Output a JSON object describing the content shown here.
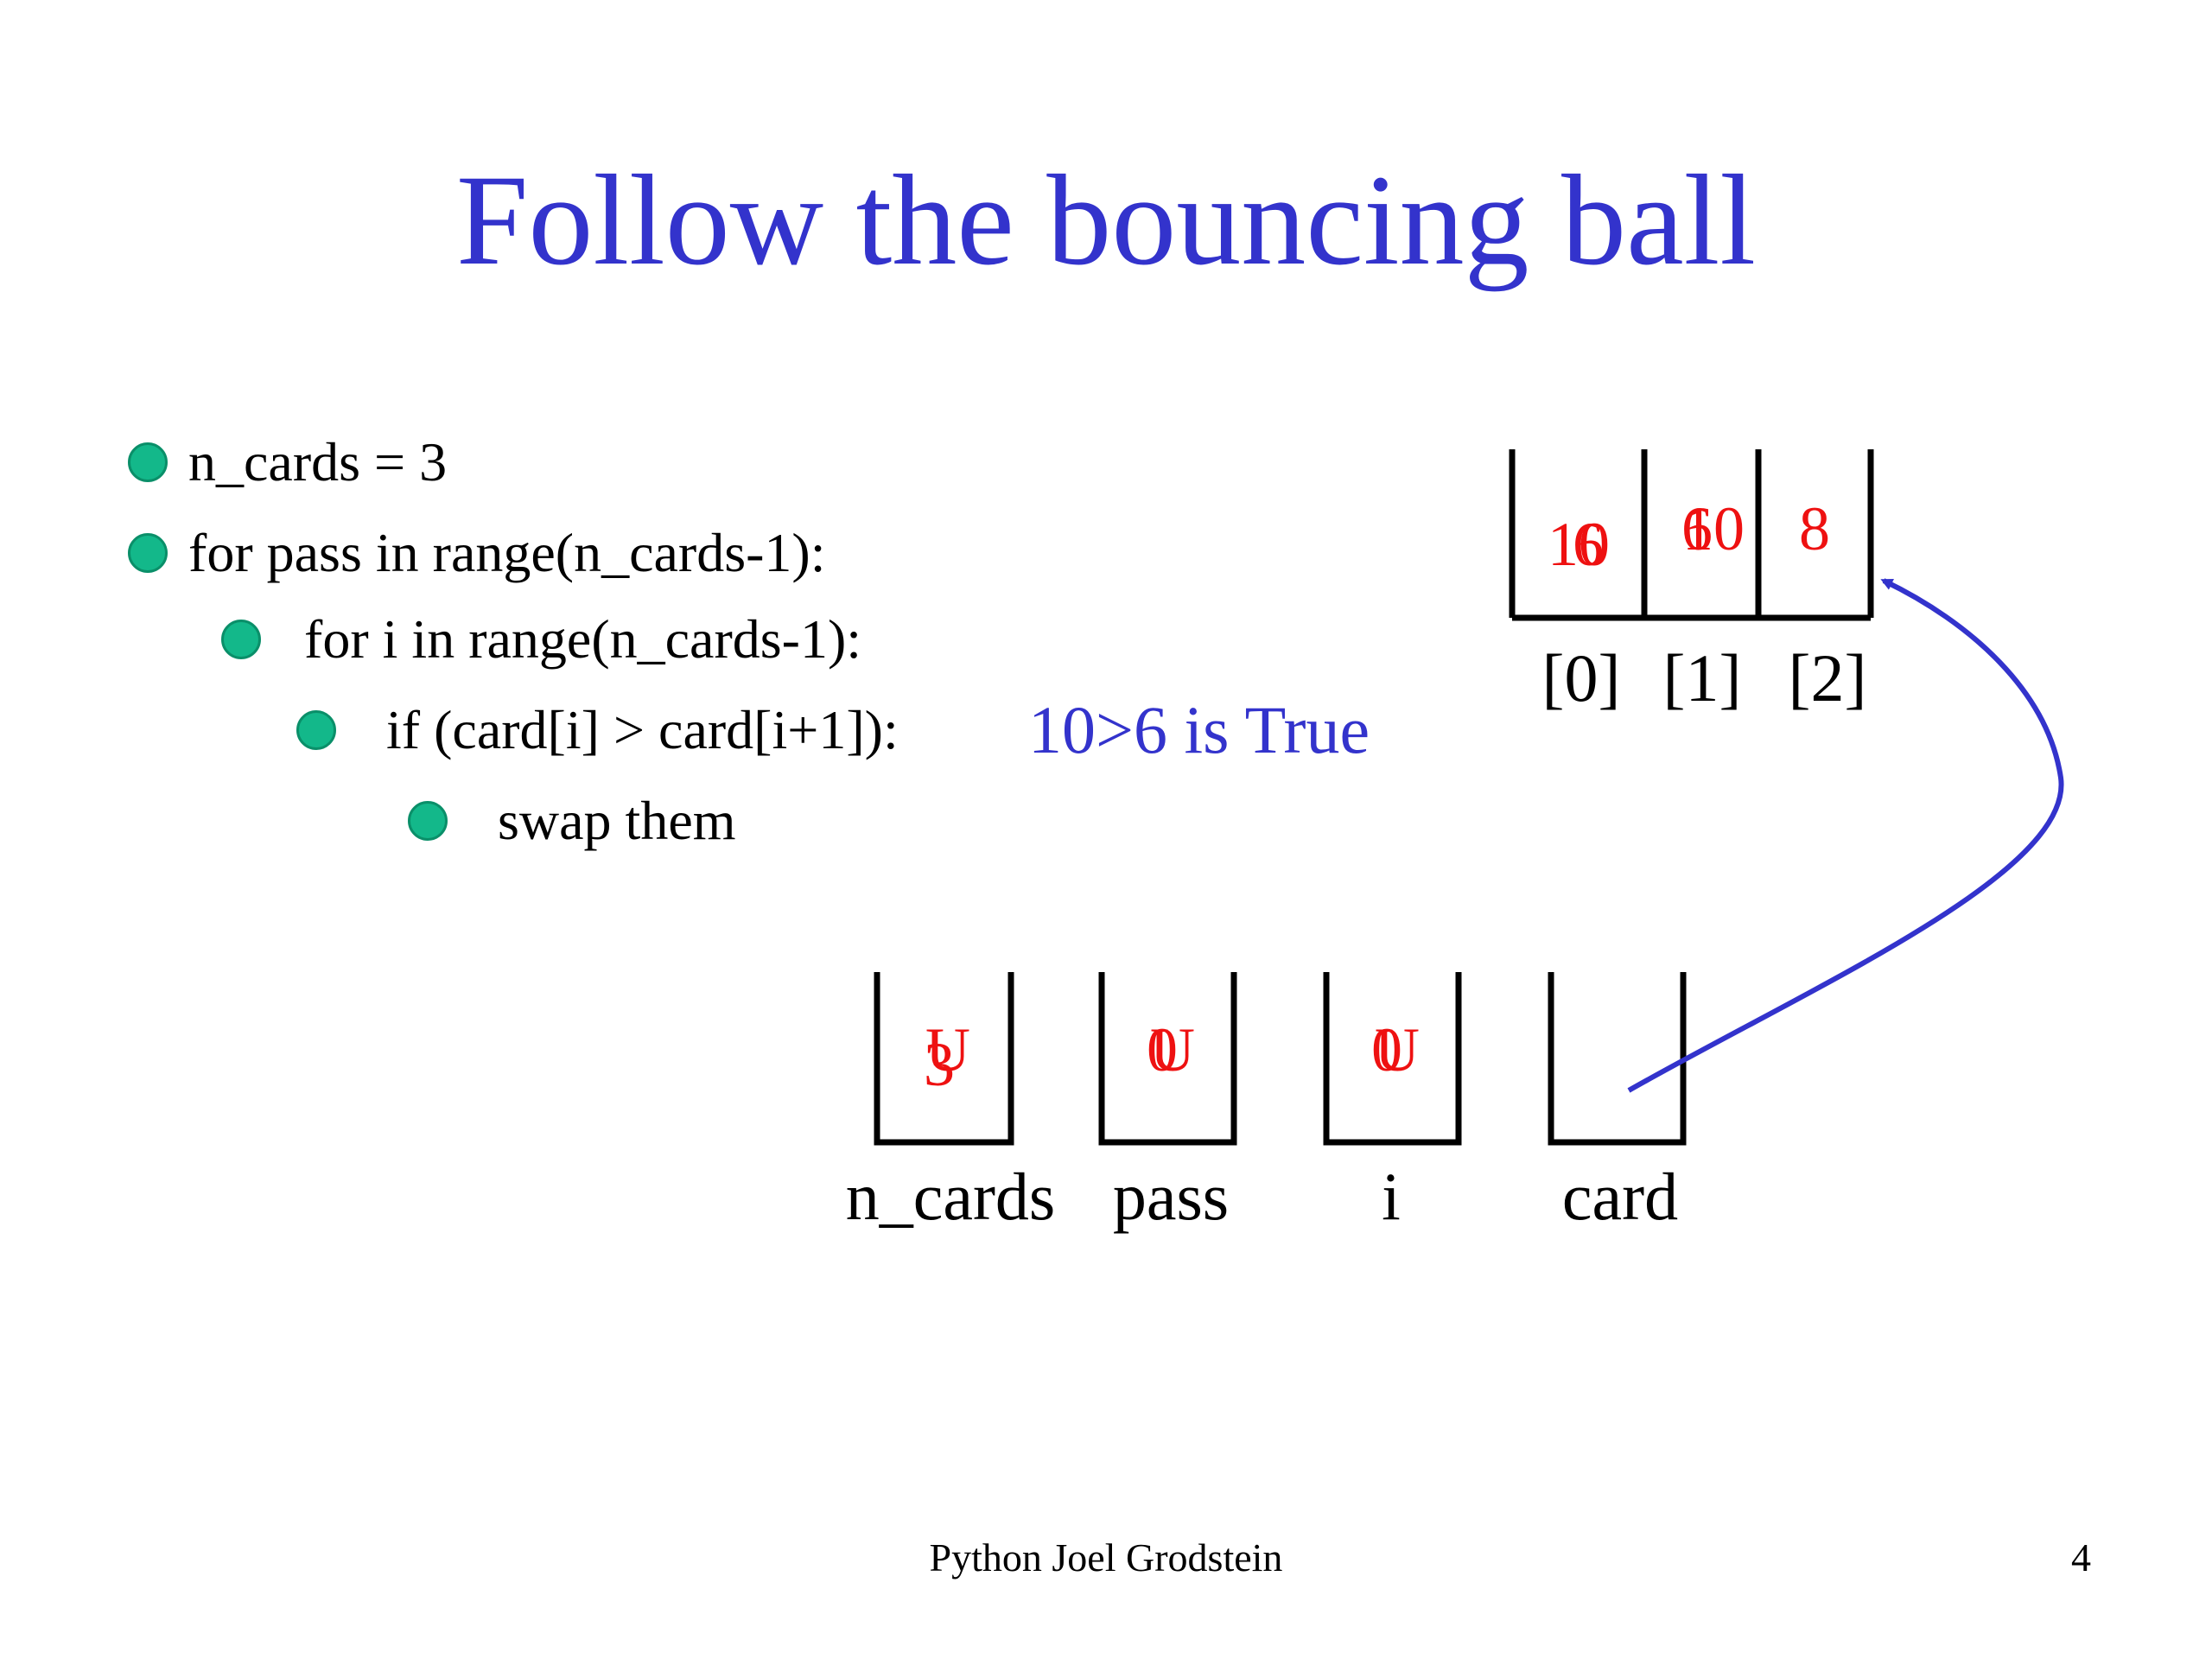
{
  "slide": {
    "title": "Follow the bouncing ball",
    "bullets": [
      {
        "text": "n_cards = 3",
        "level": 1
      },
      {
        "text": "for pass in range(n_cards-1):",
        "level": 1
      },
      {
        "text": "for i in range(n_cards-1):",
        "level": 2
      },
      {
        "text": "if (card[i] > card[i+1]):",
        "level": 3
      },
      {
        "text": "swap them",
        "level": 4
      }
    ],
    "condition": "10>6 is True",
    "card_array": {
      "cells": [
        {
          "values": [
            "10",
            "6"
          ],
          "index_label": "[0]"
        },
        {
          "values": [
            "6",
            "10"
          ],
          "index_label": "[1]"
        },
        {
          "values": [
            "8"
          ],
          "index_label": "[2]"
        }
      ]
    },
    "variables": [
      {
        "name": "n_cards",
        "values": [
          "U",
          "3"
        ]
      },
      {
        "name": "pass",
        "values": [
          "U",
          "0"
        ]
      },
      {
        "name": "i",
        "values": [
          "U",
          "0"
        ]
      },
      {
        "name": "card",
        "values": []
      }
    ],
    "footer": "Python Joel Grodstein",
    "page_number": "4"
  },
  "colors": {
    "title": "#3333cc",
    "value": "#ee1111",
    "bullet": "#13b88a",
    "arrow": "#3333cc"
  }
}
